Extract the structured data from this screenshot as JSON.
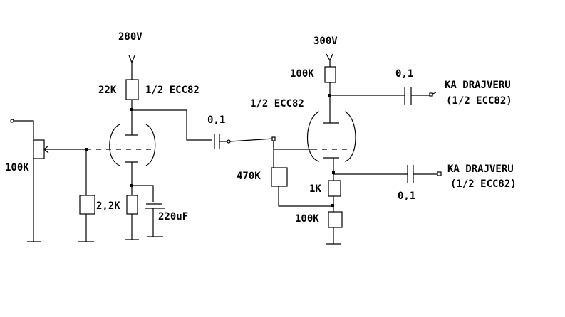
{
  "labels": {
    "v_280": "280V",
    "r_22k": "22K",
    "tube1_type": "1/2 ECC82",
    "r_100k_pot": "100K",
    "r_2k2": "2,2K",
    "c_220uf": "220uF",
    "c_coupling_1": "0,1",
    "r_470k": "470K",
    "tube2_type": "1/2 ECC82",
    "v_300": "300V",
    "r_100k_anode": "100K",
    "r_1k": "1K",
    "r_100k_cathode": "100K",
    "c_out_top": "0,1",
    "c_out_bottom": "0,1",
    "out_top_line1": "KA DRAJVERU",
    "out_top_line2": "(1/2 ECC82)",
    "out_bottom_line1": "KA DRAJVERU",
    "out_bottom_line2": "(1/2 ECC82)"
  }
}
